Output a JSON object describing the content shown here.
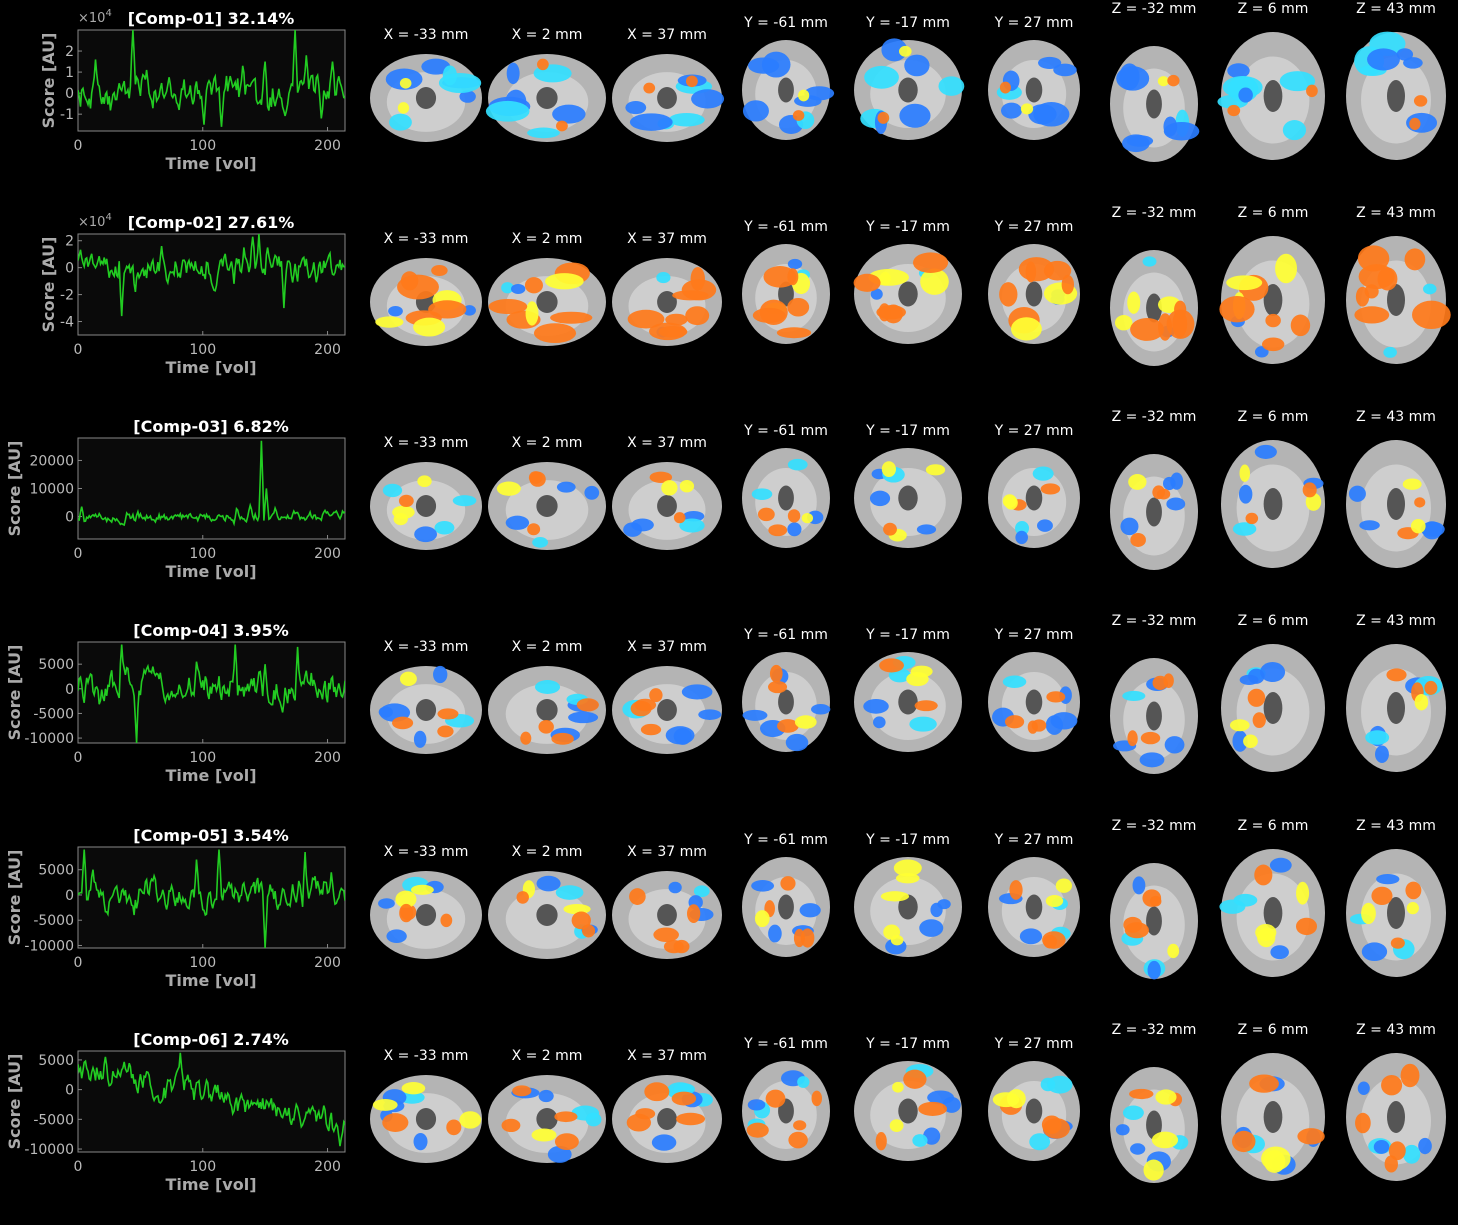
{
  "chart_data": [
    {
      "type": "line",
      "title": "[Comp-01] 32.14%",
      "xlabel": "Time [vol]",
      "ylabel": "Score [AU]",
      "multiplier": "×10",
      "multiplier_exp": "4",
      "xlim": [
        0,
        214
      ],
      "ylim": [
        -1.8,
        3
      ],
      "xticks": [
        0,
        100,
        200
      ],
      "yticks": [
        -1,
        0,
        1,
        2
      ],
      "ytick_labels": [
        "-1",
        "0",
        "1",
        "2"
      ],
      "line_color": "#22cc22",
      "seed": 1,
      "amp": 0.55,
      "offset": 0,
      "spikes": [
        [
          14,
          1.6
        ],
        [
          44,
          3
        ],
        [
          55,
          1.1
        ],
        [
          101,
          -1.5
        ],
        [
          115,
          -1.6
        ],
        [
          132,
          1.3
        ],
        [
          150,
          1.5
        ],
        [
          174,
          3
        ],
        [
          183,
          1.8
        ],
        [
          195,
          -1.2
        ],
        [
          204,
          1.5
        ]
      ],
      "lo": -1.8,
      "hi": 3
    },
    {
      "type": "line",
      "title": "[Comp-02] 27.61%",
      "xlabel": "Time [vol]",
      "ylabel": "Score [AU]",
      "multiplier": "×10",
      "multiplier_exp": "4",
      "xlim": [
        0,
        214
      ],
      "ylim": [
        -5,
        2.5
      ],
      "xticks": [
        0,
        100,
        200
      ],
      "yticks": [
        -4,
        -2,
        0,
        2
      ],
      "ytick_labels": [
        "-4",
        "-2",
        "0",
        "2"
      ],
      "line_color": "#22cc22",
      "seed": 2,
      "amp": 0.7,
      "offset": 0,
      "spikes": [
        [
          35,
          -3.6
        ],
        [
          46,
          -1.8
        ],
        [
          67,
          1.6
        ],
        [
          125,
          -1.2
        ],
        [
          133,
          1.5
        ],
        [
          140,
          2.3
        ],
        [
          145,
          2.5
        ],
        [
          152,
          1.5
        ],
        [
          165,
          -3
        ],
        [
          172,
          -1.1
        ]
      ],
      "lo": -5,
      "hi": 2.5
    },
    {
      "type": "line",
      "title": "[Comp-03] 6.82%",
      "xlabel": "Time [vol]",
      "ylabel": "Score [AU]",
      "xlim": [
        0,
        214
      ],
      "ylim": [
        -8000,
        28000
      ],
      "xticks": [
        0,
        100,
        200
      ],
      "yticks": [
        0,
        10000,
        20000
      ],
      "ytick_labels": [
        "0",
        "10000",
        "20000"
      ],
      "line_color": "#22cc22",
      "seed": 3,
      "amp": 1300,
      "offset": 0,
      "spikes": [
        [
          3,
          3500
        ],
        [
          37,
          -3000
        ],
        [
          125,
          -2500
        ],
        [
          138,
          4000
        ],
        [
          147,
          27000
        ],
        [
          151,
          10000
        ],
        [
          158,
          3000
        ]
      ],
      "lo": -8000,
      "hi": 28000
    },
    {
      "type": "line",
      "title": "[Comp-04] 3.95%",
      "xlabel": "Time [vol]",
      "ylabel": "Score [AU]",
      "xlim": [
        0,
        214
      ],
      "ylim": [
        -11000,
        9500
      ],
      "xticks": [
        0,
        100,
        200
      ],
      "yticks": [
        -10000,
        -5000,
        0,
        5000
      ],
      "ytick_labels": [
        "-10000",
        "-5000",
        "0",
        "5000"
      ],
      "line_color": "#22cc22",
      "seed": 4,
      "amp": 2300,
      "offset": 500,
      "spikes": [
        [
          35,
          9000
        ],
        [
          47,
          -11000
        ],
        [
          60,
          4500
        ],
        [
          95,
          5500
        ],
        [
          126,
          9000
        ],
        [
          150,
          5000
        ],
        [
          176,
          8500
        ]
      ],
      "lo": -11000,
      "hi": 9500
    },
    {
      "type": "line",
      "title": "[Comp-05] 3.54%",
      "xlabel": "Time [vol]",
      "ylabel": "Score [AU]",
      "xlim": [
        0,
        214
      ],
      "ylim": [
        -10500,
        9500
      ],
      "xticks": [
        0,
        100,
        200
      ],
      "yticks": [
        -10000,
        -5000,
        0,
        5000
      ],
      "ytick_labels": [
        "-10000",
        "-5000",
        "0",
        "5000"
      ],
      "line_color": "#22cc22",
      "seed": 5,
      "amp": 2000,
      "offset": 0,
      "spikes": [
        [
          5,
          9000
        ],
        [
          12,
          5000
        ],
        [
          95,
          7000
        ],
        [
          113,
          9000
        ],
        [
          150,
          -10500
        ],
        [
          182,
          8500
        ],
        [
          203,
          4500
        ]
      ],
      "lo": -10500,
      "hi": 9500
    },
    {
      "type": "line",
      "title": "[Comp-06] 2.74%",
      "xlabel": "Time [vol]",
      "ylabel": "Score [AU]",
      "xlim": [
        0,
        214
      ],
      "ylim": [
        -10500,
        6500
      ],
      "xticks": [
        0,
        100,
        200
      ],
      "yticks": [
        -10000,
        -5000,
        0,
        5000
      ],
      "ytick_labels": [
        "-10000",
        "-5000",
        "0",
        "5000"
      ],
      "line_color": "#22cc22",
      "seed": 6,
      "amp": 1600,
      "offset": 0,
      "trend": [
        3500,
        -5500
      ],
      "spikes": [
        [
          22,
          5500
        ],
        [
          82,
          6200
        ],
        [
          88,
          2500
        ],
        [
          140,
          -2500
        ],
        [
          205,
          -7000
        ],
        [
          210,
          -9500
        ]
      ],
      "lo": -10500,
      "hi": 6500
    }
  ],
  "slices": [
    {
      "label": "X = -33 mm",
      "view": "sag"
    },
    {
      "label": "X = 2 mm",
      "view": "sag"
    },
    {
      "label": "X = 37 mm",
      "view": "sag"
    },
    {
      "label": "Y = -61 mm",
      "view": "cor"
    },
    {
      "label": "Y = -17 mm",
      "view": "cor"
    },
    {
      "label": "Y = 27 mm",
      "view": "cor"
    },
    {
      "label": "Z = -32 mm",
      "view": "axc"
    },
    {
      "label": "Z = 6 mm",
      "view": "axl"
    },
    {
      "label": "Z = 43 mm",
      "view": "axl"
    }
  ],
  "map_polarity": [
    {
      "blue": 0.8,
      "orange": 0.1
    },
    {
      "blue": 0.08,
      "orange": 0.85
    },
    {
      "blue": 0.35,
      "orange": 0.35
    },
    {
      "blue": 0.5,
      "orange": 0.4
    },
    {
      "blue": 0.4,
      "orange": 0.5
    },
    {
      "blue": 0.45,
      "orange": 0.55
    }
  ],
  "colors": {
    "background": "#000000",
    "trace": "#22cc22",
    "axes_bg": "#0a0a0a",
    "axis": "#888888",
    "positive": "#ff7a1a",
    "positive_max": "#ffff33",
    "negative": "#2a7dff",
    "negative_max": "#33e0ff",
    "brain": "#b4b4b4"
  }
}
